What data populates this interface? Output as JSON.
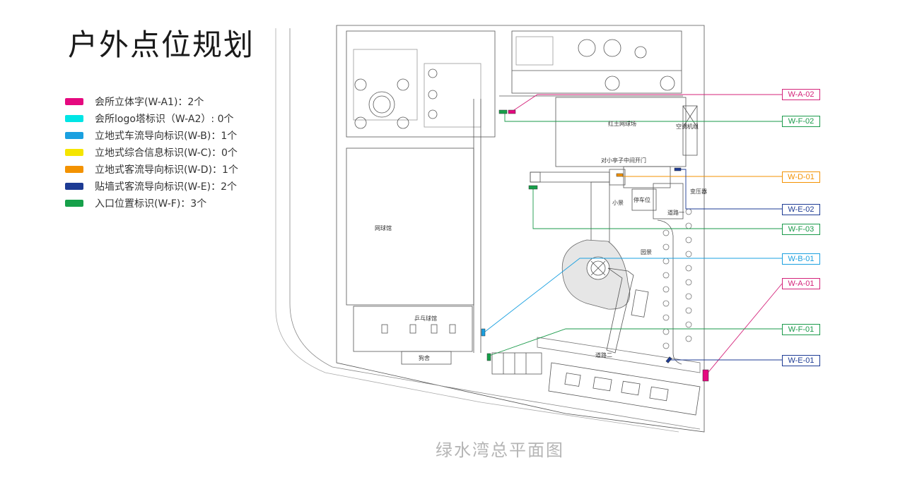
{
  "title": "户外点位规划",
  "legend": [
    {
      "label": "会所立体字(W-A1)：2个",
      "color": "#e5097f"
    },
    {
      "label": "会所logo塔标识（W-A2）: 0个",
      "color": "#00e5e5"
    },
    {
      "label": "立地式车流导向标识(W-B)：1个",
      "color": "#1aa0e0"
    },
    {
      "label": "立地式综合信息标识(W-C)：0个",
      "color": "#f5e500"
    },
    {
      "label": "立地式客流导向标识(W-D)：1个",
      "color": "#f39200"
    },
    {
      "label": "贴墙式客流导向标识(W-E)：2个",
      "color": "#1d3b94"
    },
    {
      "label": "入口位置标识(W-F)：3个",
      "color": "#16a04a"
    }
  ],
  "callouts": [
    {
      "label": "W-A-02",
      "color": "#d4237a"
    },
    {
      "label": "W-F-02",
      "color": "#1a9a4a"
    },
    {
      "label": "W-D-01",
      "color": "#f39200"
    },
    {
      "label": "W-E-02",
      "color": "#1d3b94"
    },
    {
      "label": "W-F-03",
      "color": "#1a9a4a"
    },
    {
      "label": "W-B-01",
      "color": "#1aa0e0"
    },
    {
      "label": "W-A-01",
      "color": "#d4237a"
    },
    {
      "label": "W-F-01",
      "color": "#1a9a4a"
    },
    {
      "label": "W-E-01",
      "color": "#1d3b94"
    }
  ],
  "plan_labels": {
    "tennis_hall": "网球馆",
    "clay_court": "红土网球场",
    "ac_unit": "空调机组",
    "gate": "对小亭子中间开门",
    "transformer": "变压器",
    "small_scene": "小景",
    "parking": "停车位",
    "road_one": "道路一",
    "garden": "园景",
    "pingpong": "乒乓球馆",
    "kennel": "狗舍",
    "road_two": "道路二"
  },
  "caption": "绿水湾总平面图"
}
